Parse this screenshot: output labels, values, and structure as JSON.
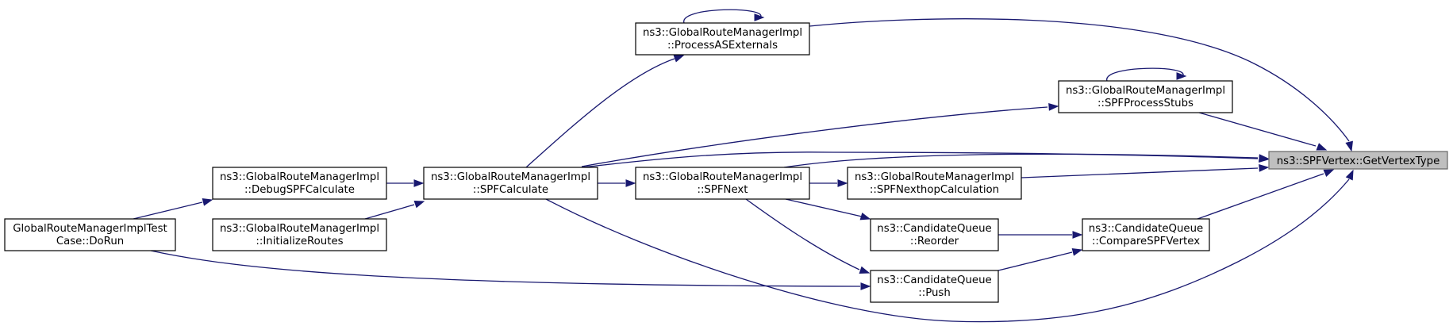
{
  "graph": {
    "edge_color": "#191970",
    "focus_fill": "#bfbfbf",
    "nodes": {
      "getvertextype": {
        "lines": [
          "ns3::SPFVertex::GetVertexType"
        ],
        "focus": true
      },
      "processasexternals": {
        "lines": [
          "ns3::GlobalRouteManagerImpl",
          "::ProcessASExternals"
        ]
      },
      "spfprocessstubs": {
        "lines": [
          "ns3::GlobalRouteManagerImpl",
          "::SPFProcessStubs"
        ]
      },
      "spfnexthopcalculation": {
        "lines": [
          "ns3::GlobalRouteManagerImpl",
          "::SPFNexthopCalculation"
        ]
      },
      "compare": {
        "lines": [
          "ns3::CandidateQueue",
          "::CompareSPFVertex"
        ]
      },
      "spfcalculate": {
        "lines": [
          "ns3::GlobalRouteManagerImpl",
          "::SPFCalculate"
        ]
      },
      "spfnext": {
        "lines": [
          "ns3::GlobalRouteManagerImpl",
          "::SPFNext"
        ]
      },
      "reorder": {
        "lines": [
          "ns3::CandidateQueue",
          "::Reorder"
        ]
      },
      "push": {
        "lines": [
          "ns3::CandidateQueue",
          "::Push"
        ]
      },
      "debugspf": {
        "lines": [
          "ns3::GlobalRouteManagerImpl",
          "::DebugSPFCalculate"
        ]
      },
      "initroutes": {
        "lines": [
          "ns3::GlobalRouteManagerImpl",
          "::InitializeRoutes"
        ]
      },
      "dorun": {
        "lines": [
          "GlobalRouteManagerImplTest",
          "Case::DoRun"
        ]
      }
    },
    "edges": [
      {
        "from": "processasexternals",
        "to": "getvertextype"
      },
      {
        "from": "processasexternals",
        "to": "processasexternals"
      },
      {
        "from": "spfprocessstubs",
        "to": "getvertextype"
      },
      {
        "from": "spfprocessstubs",
        "to": "spfprocessstubs"
      },
      {
        "from": "spfcalculate",
        "to": "getvertextype"
      },
      {
        "from": "spfcalculate",
        "to": "processasexternals"
      },
      {
        "from": "spfcalculate",
        "to": "spfprocessstubs"
      },
      {
        "from": "spfcalculate",
        "to": "spfnext"
      },
      {
        "from": "spfnext",
        "to": "getvertextype"
      },
      {
        "from": "spfnext",
        "to": "spfnexthopcalculation"
      },
      {
        "from": "spfnext",
        "to": "reorder"
      },
      {
        "from": "spfnext",
        "to": "push"
      },
      {
        "from": "spfnexthopcalculation",
        "to": "getvertextype"
      },
      {
        "from": "compare",
        "to": "getvertextype"
      },
      {
        "from": "reorder",
        "to": "compare"
      },
      {
        "from": "push",
        "to": "compare"
      },
      {
        "from": "debugspf",
        "to": "spfcalculate"
      },
      {
        "from": "initroutes",
        "to": "spfcalculate"
      },
      {
        "from": "dorun",
        "to": "debugspf"
      },
      {
        "from": "dorun",
        "to": "push"
      }
    ]
  }
}
